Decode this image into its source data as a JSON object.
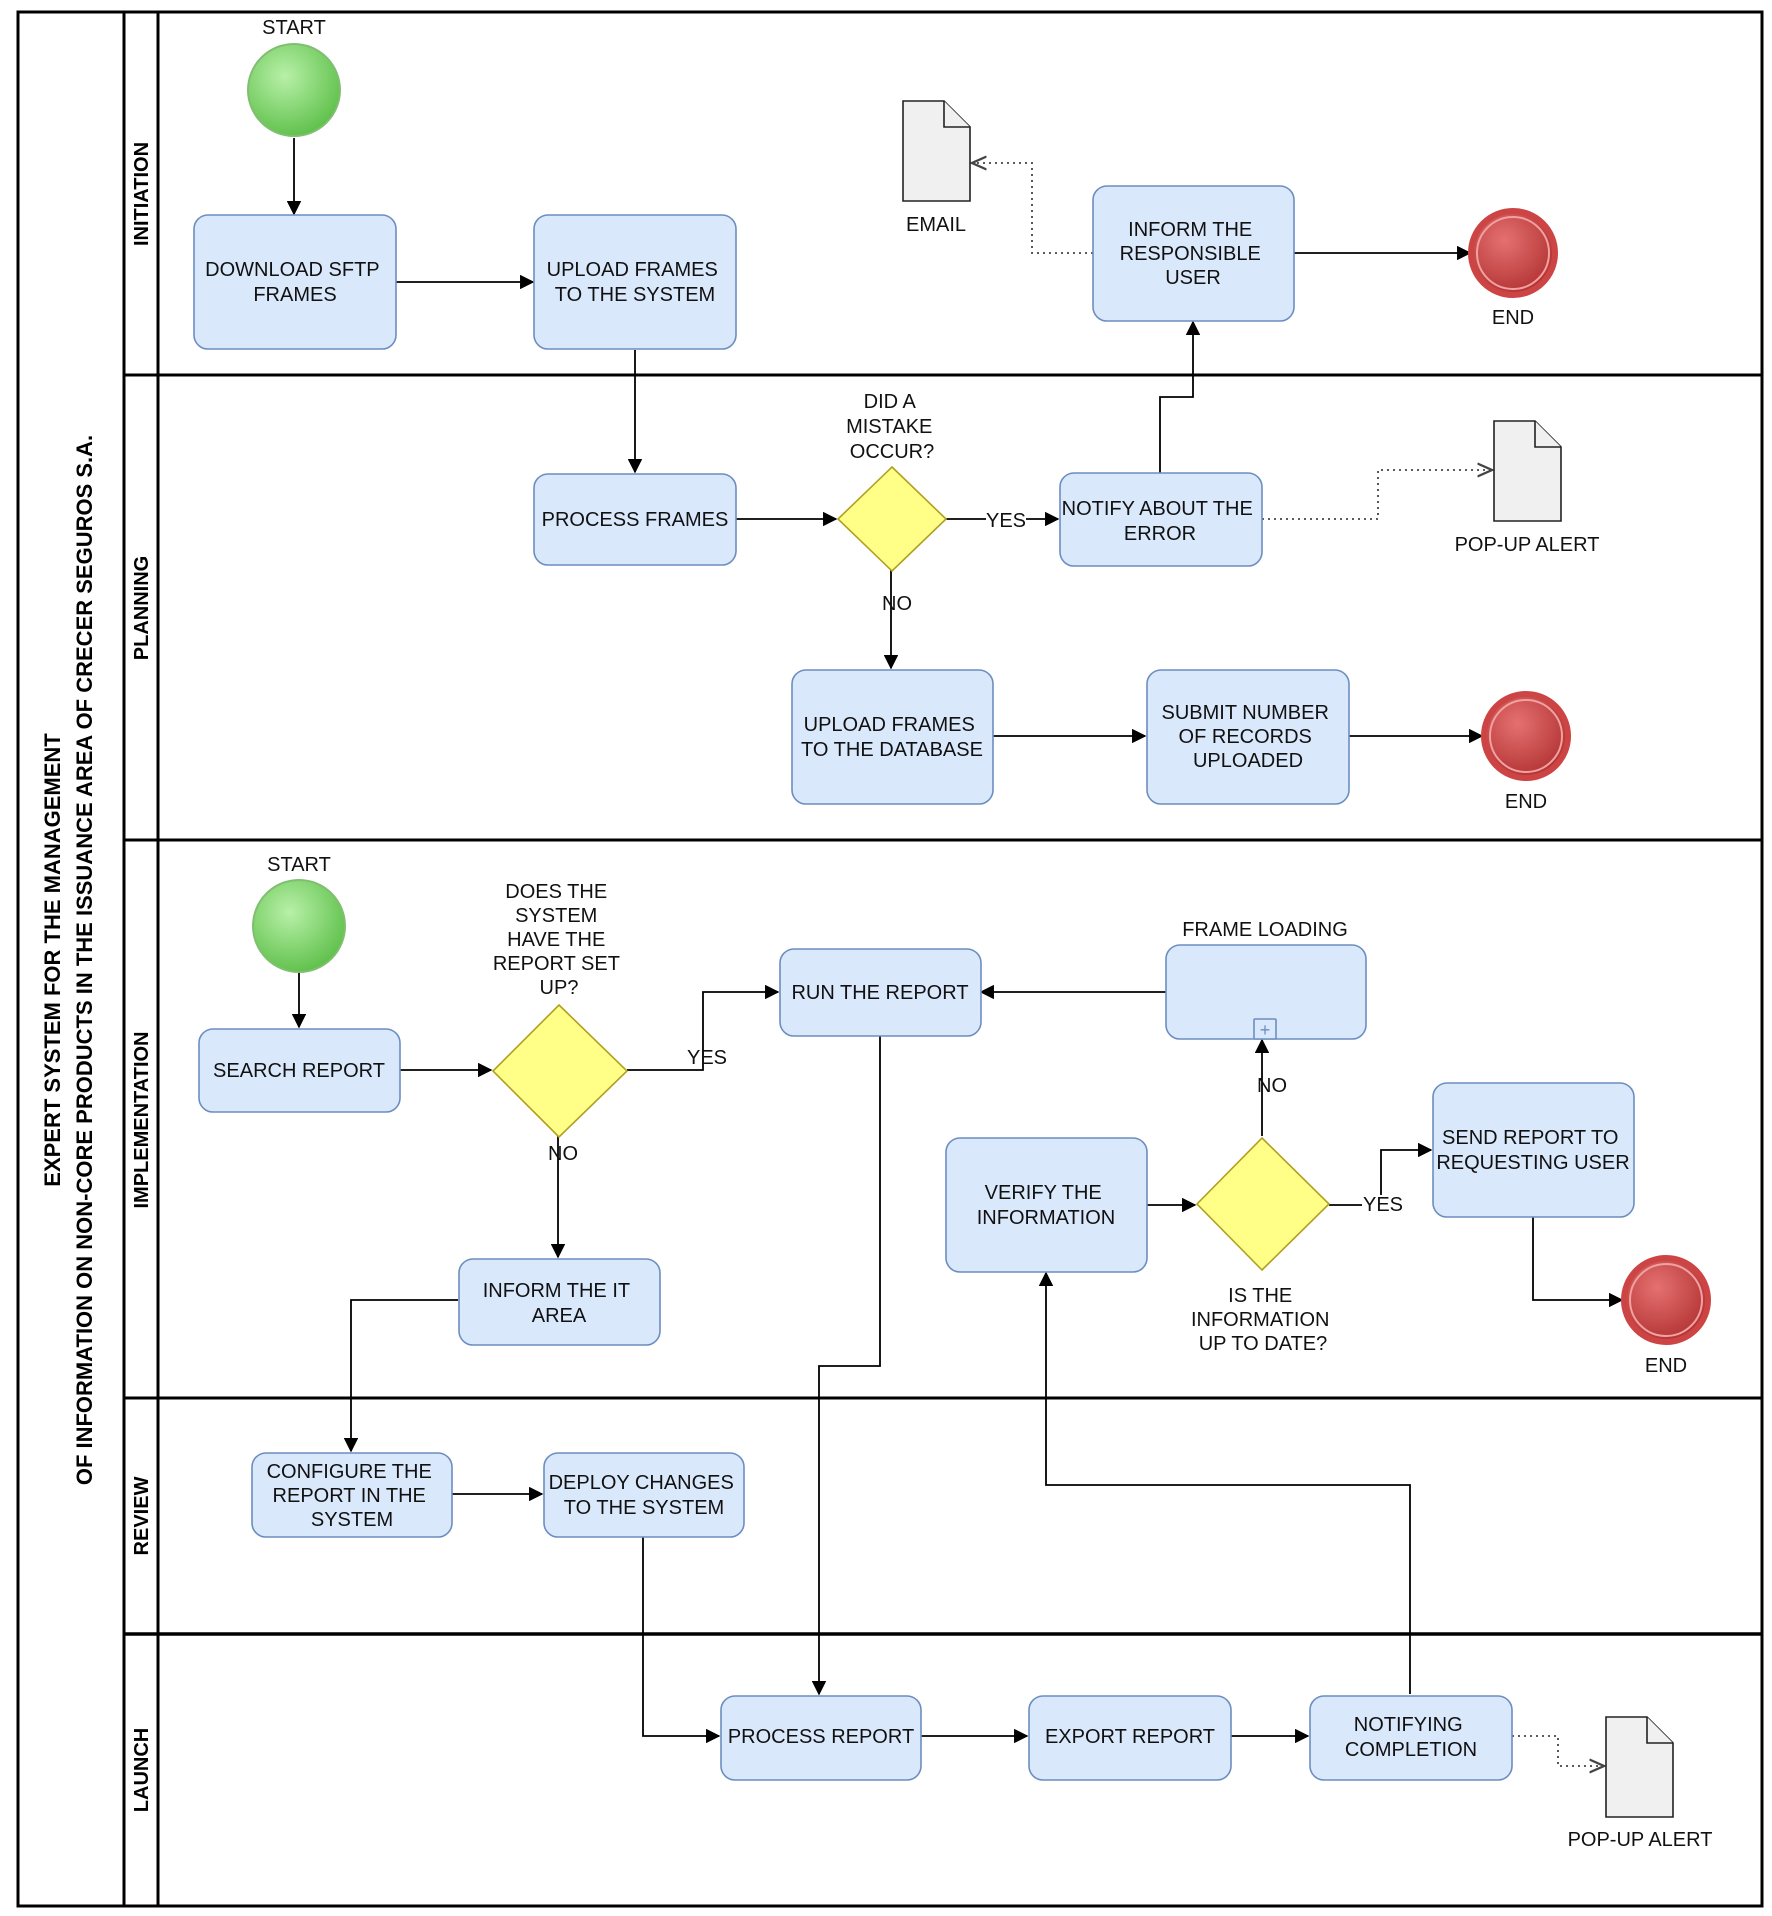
{
  "pool": {
    "title_line1": "EXPERT SYSTEM FOR THE MANAGEMENT",
    "title_line2": "OF INFORMATION ON NON-CORE PRODUCTS IN THE ISSUANCE AREA OF CRECER SEGUROS S.A."
  },
  "lanes": [
    "INITIATION",
    "PLANNING",
    "IMPLEMENTATION",
    "REVIEW",
    "LAUNCH"
  ],
  "events": {
    "start_initiation": "START",
    "end_initiation": "END",
    "end_planning": "END",
    "start_implementation": "START",
    "end_implementation": "END"
  },
  "tasks": {
    "download_sftp": [
      "DOWNLOAD SFTP",
      "FRAMES"
    ],
    "upload_frames_system": [
      "UPLOAD FRAMES",
      "TO THE SYSTEM"
    ],
    "inform_responsible": [
      "INFORM THE",
      "RESPONSIBLE",
      "USER"
    ],
    "process_frames": [
      "PROCESS FRAMES"
    ],
    "notify_error": [
      "NOTIFY ABOUT THE",
      "ERROR"
    ],
    "upload_frames_db": [
      "UPLOAD FRAMES",
      "TO THE DATABASE"
    ],
    "submit_number": [
      "SUBMIT NUMBER",
      "OF RECORDS",
      "UPLOADED"
    ],
    "search_report": [
      "SEARCH REPORT"
    ],
    "run_report": [
      "RUN THE REPORT"
    ],
    "frame_loading": "FRAME LOADING",
    "inform_it": [
      "INFORM THE IT",
      "AREA"
    ],
    "verify_info": [
      "VERIFY THE",
      "INFORMATION"
    ],
    "send_report": [
      "SEND REPORT TO",
      "REQUESTING USER"
    ],
    "configure_report": [
      "CONFIGURE THE",
      "REPORT IN THE",
      "SYSTEM"
    ],
    "deploy_changes": [
      "DEPLOY CHANGES",
      "TO THE SYSTEM"
    ],
    "process_report": [
      "PROCESS REPORT"
    ],
    "export_report": [
      "EXPORT REPORT"
    ],
    "notifying_completion": [
      "NOTIFYING",
      "COMPLETION"
    ]
  },
  "gateways": {
    "mistake": [
      "DID A",
      "MISTAKE",
      "OCCUR?"
    ],
    "report_setup": [
      "DOES THE",
      "SYSTEM",
      "HAVE THE",
      "REPORT SET",
      "UP?"
    ],
    "up_to_date": [
      "IS THE",
      "INFORMATION",
      "UP TO DATE?"
    ]
  },
  "edge_labels": {
    "mistake_yes": "YES",
    "mistake_no": "NO",
    "setup_yes": "YES",
    "setup_no": "NO",
    "uptodate_no": "NO",
    "uptodate_yes": "YES"
  },
  "artifacts": {
    "email": "EMAIL",
    "popup_planning": "POP-UP ALERT",
    "popup_launch": "POP-UP ALERT"
  },
  "subprocess_marker": "+",
  "colors": {
    "task_fill": "#dae8fc",
    "task_stroke": "#6c8ebf",
    "gateway_fill": "#ffff88",
    "start_fill": "#7ed36a",
    "end_fill": "#cc4444"
  }
}
